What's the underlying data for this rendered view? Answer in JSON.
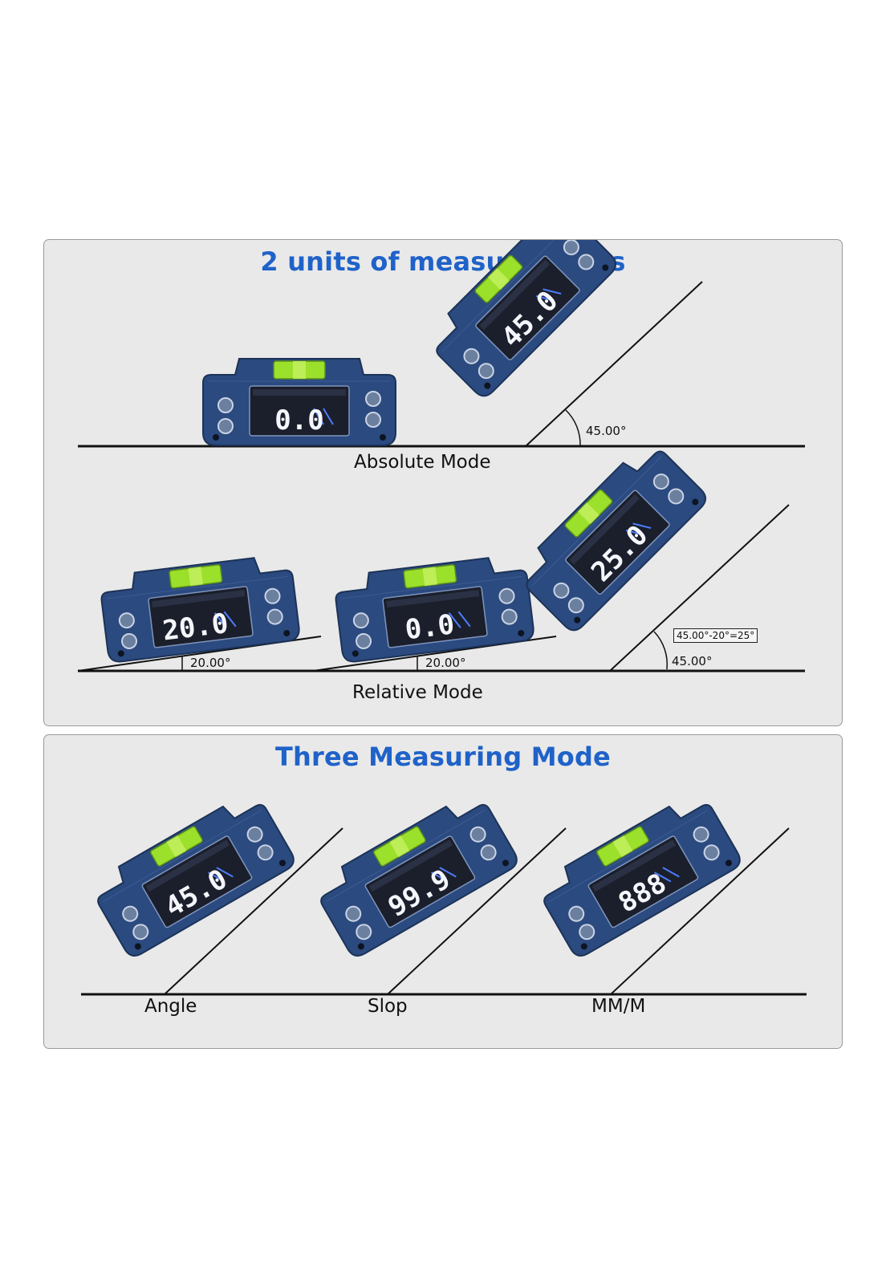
{
  "colors": {
    "title_blue": "#1f62c9",
    "device_body": "#2b4a7f",
    "vial_green": "#9be02b",
    "lcd_bg": "#1b1f2b"
  },
  "section_top": {
    "title": "2 units of measurements",
    "absolute": {
      "caption": "Absolute Mode",
      "device_left_reading": "0.0",
      "device_right_reading": "45.0",
      "angle_label": "45.00°"
    },
    "relative": {
      "caption": "Relative Mode",
      "device1_reading": "20.0",
      "device2_reading": "0.0",
      "device3_reading": "25.0",
      "angle1_label": "20.00°",
      "angle2_label": "20.00°",
      "angle3_label": "45.00°",
      "formula": "45.00°-20°=25°"
    }
  },
  "section_bottom": {
    "title": "Three Measuring Mode",
    "modes": [
      {
        "label": "Angle",
        "reading": "45.0"
      },
      {
        "label": "Slop",
        "reading": "99.9"
      },
      {
        "label": "MM/M",
        "reading": "888"
      }
    ]
  }
}
